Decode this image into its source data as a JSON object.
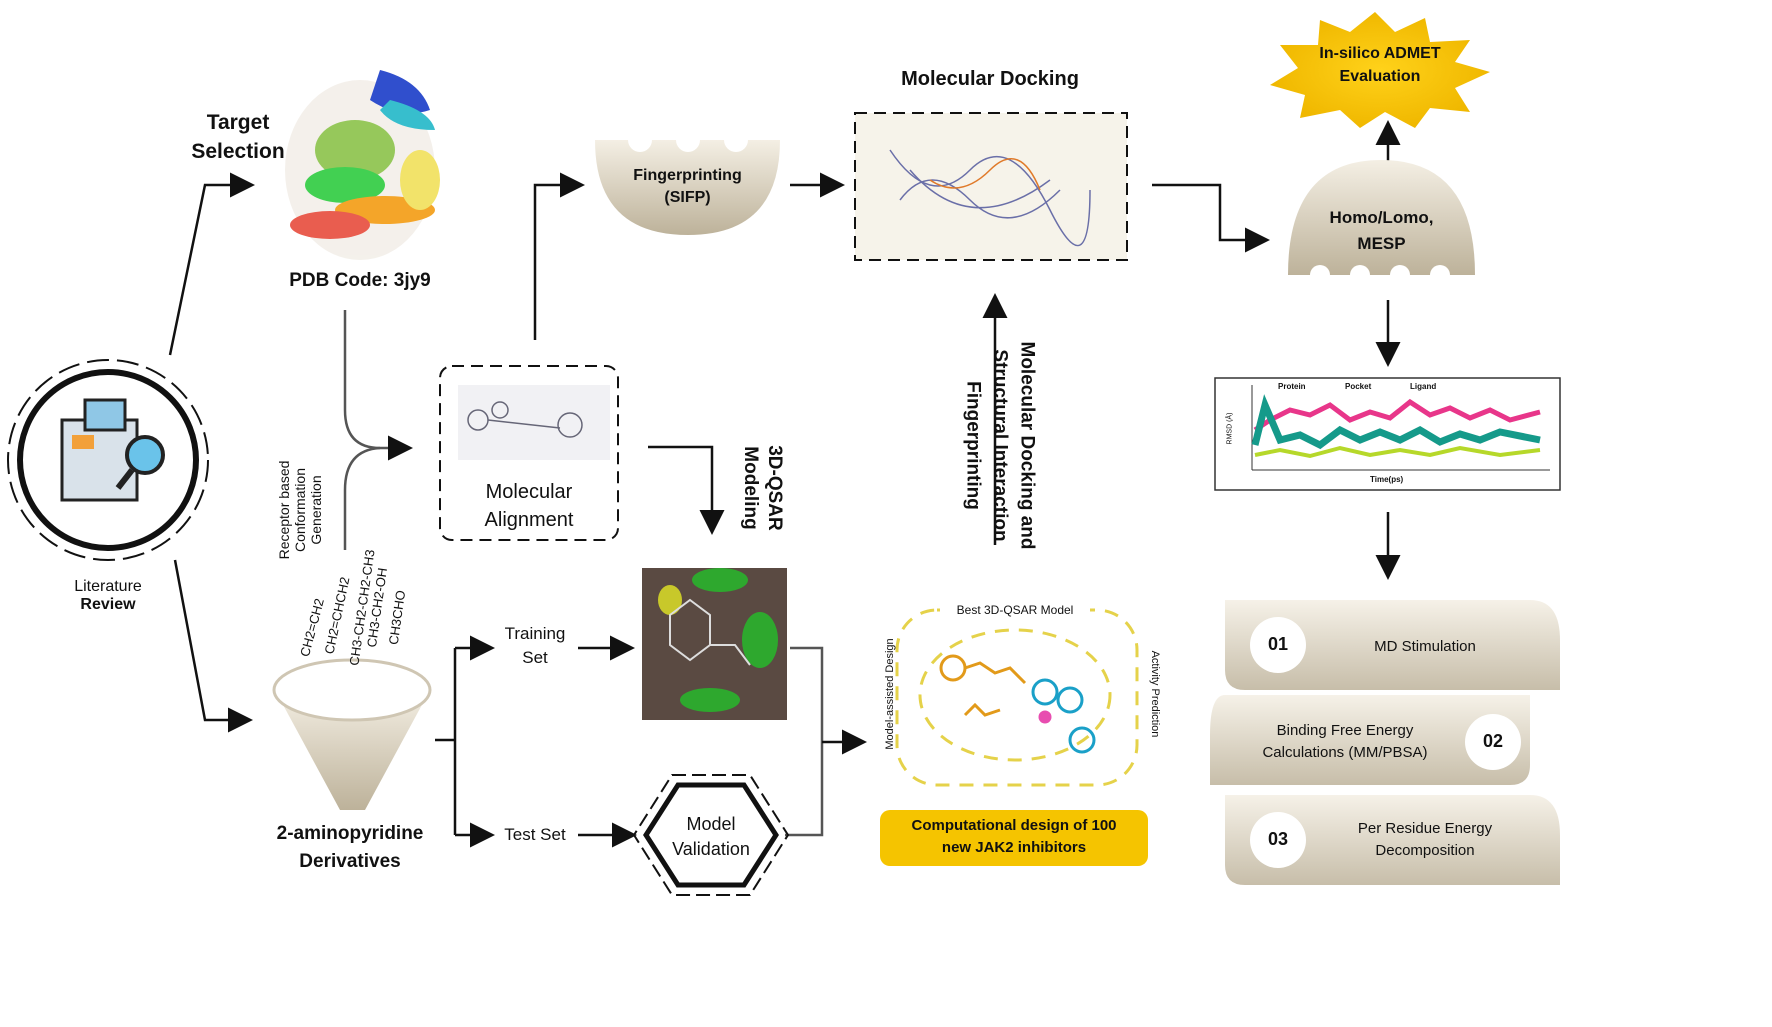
{
  "literature": {
    "label_line1": "Literature",
    "label_line2": "Review",
    "icon": "book-magnifier-icon"
  },
  "target": {
    "title_line1": "Target",
    "title_line2": "Selection",
    "pdb": "PDB Code: 3jy9"
  },
  "conformation": {
    "line1": "Receptor based",
    "line2": "Conformation",
    "line3": "Generation"
  },
  "derivatives": {
    "substituents": [
      "CH2=CH2",
      "CH2=CHCH2",
      "CH3-CH2-CH2-CH3",
      "CH3-CH2-OH",
      "CH3CHO"
    ],
    "line1": "2-aminopyridine",
    "line2": "Derivatives"
  },
  "alignment": {
    "line1": "Molecular",
    "line2": "Alignment"
  },
  "fingerprinting": {
    "line1": "Fingerprinting",
    "line2": "(SIFP)"
  },
  "docking": {
    "title": "Molecular Docking"
  },
  "homo": {
    "line1": "Homo/Lomo,",
    "line2": "MESP"
  },
  "admet": {
    "line1": "In-silico ADMET",
    "line2": "Evaluation",
    "color": "#f5c400"
  },
  "rmsd_chart": {
    "legend": [
      "Protein",
      "Pocket",
      "Ligand"
    ],
    "xlabel": "Time(ps)",
    "ylabel": "RMSD (Å)"
  },
  "qsar": {
    "line1": "3D-QSAR",
    "line2": "Modeling"
  },
  "sets": {
    "training_line1": "Training",
    "training_line2": "Set",
    "test": "Test Set"
  },
  "validation": {
    "line1": "Model",
    "line2": "Validation"
  },
  "design": {
    "top": "Best 3D-QSAR Model",
    "left": "Model-assisted Design",
    "right": "Activity Prediction",
    "box_line1": "Computational design of 100",
    "box_line2": "new JAK2 inhibitors",
    "accent": "#f5c400"
  },
  "docking_sifp": {
    "line1": "Molecular Docking and",
    "line2": "Structural Interaction",
    "line3": "Fingerprinting"
  },
  "steps": [
    {
      "num": "01",
      "label_line1": "MD Stimulation",
      "label_line2": ""
    },
    {
      "num": "02",
      "label_line1": "Binding Free Energy",
      "label_line2": "Calculations (MM/PBSA)"
    },
    {
      "num": "03",
      "label_line1": "Per Residue Energy",
      "label_line2": "Decomposition"
    }
  ]
}
